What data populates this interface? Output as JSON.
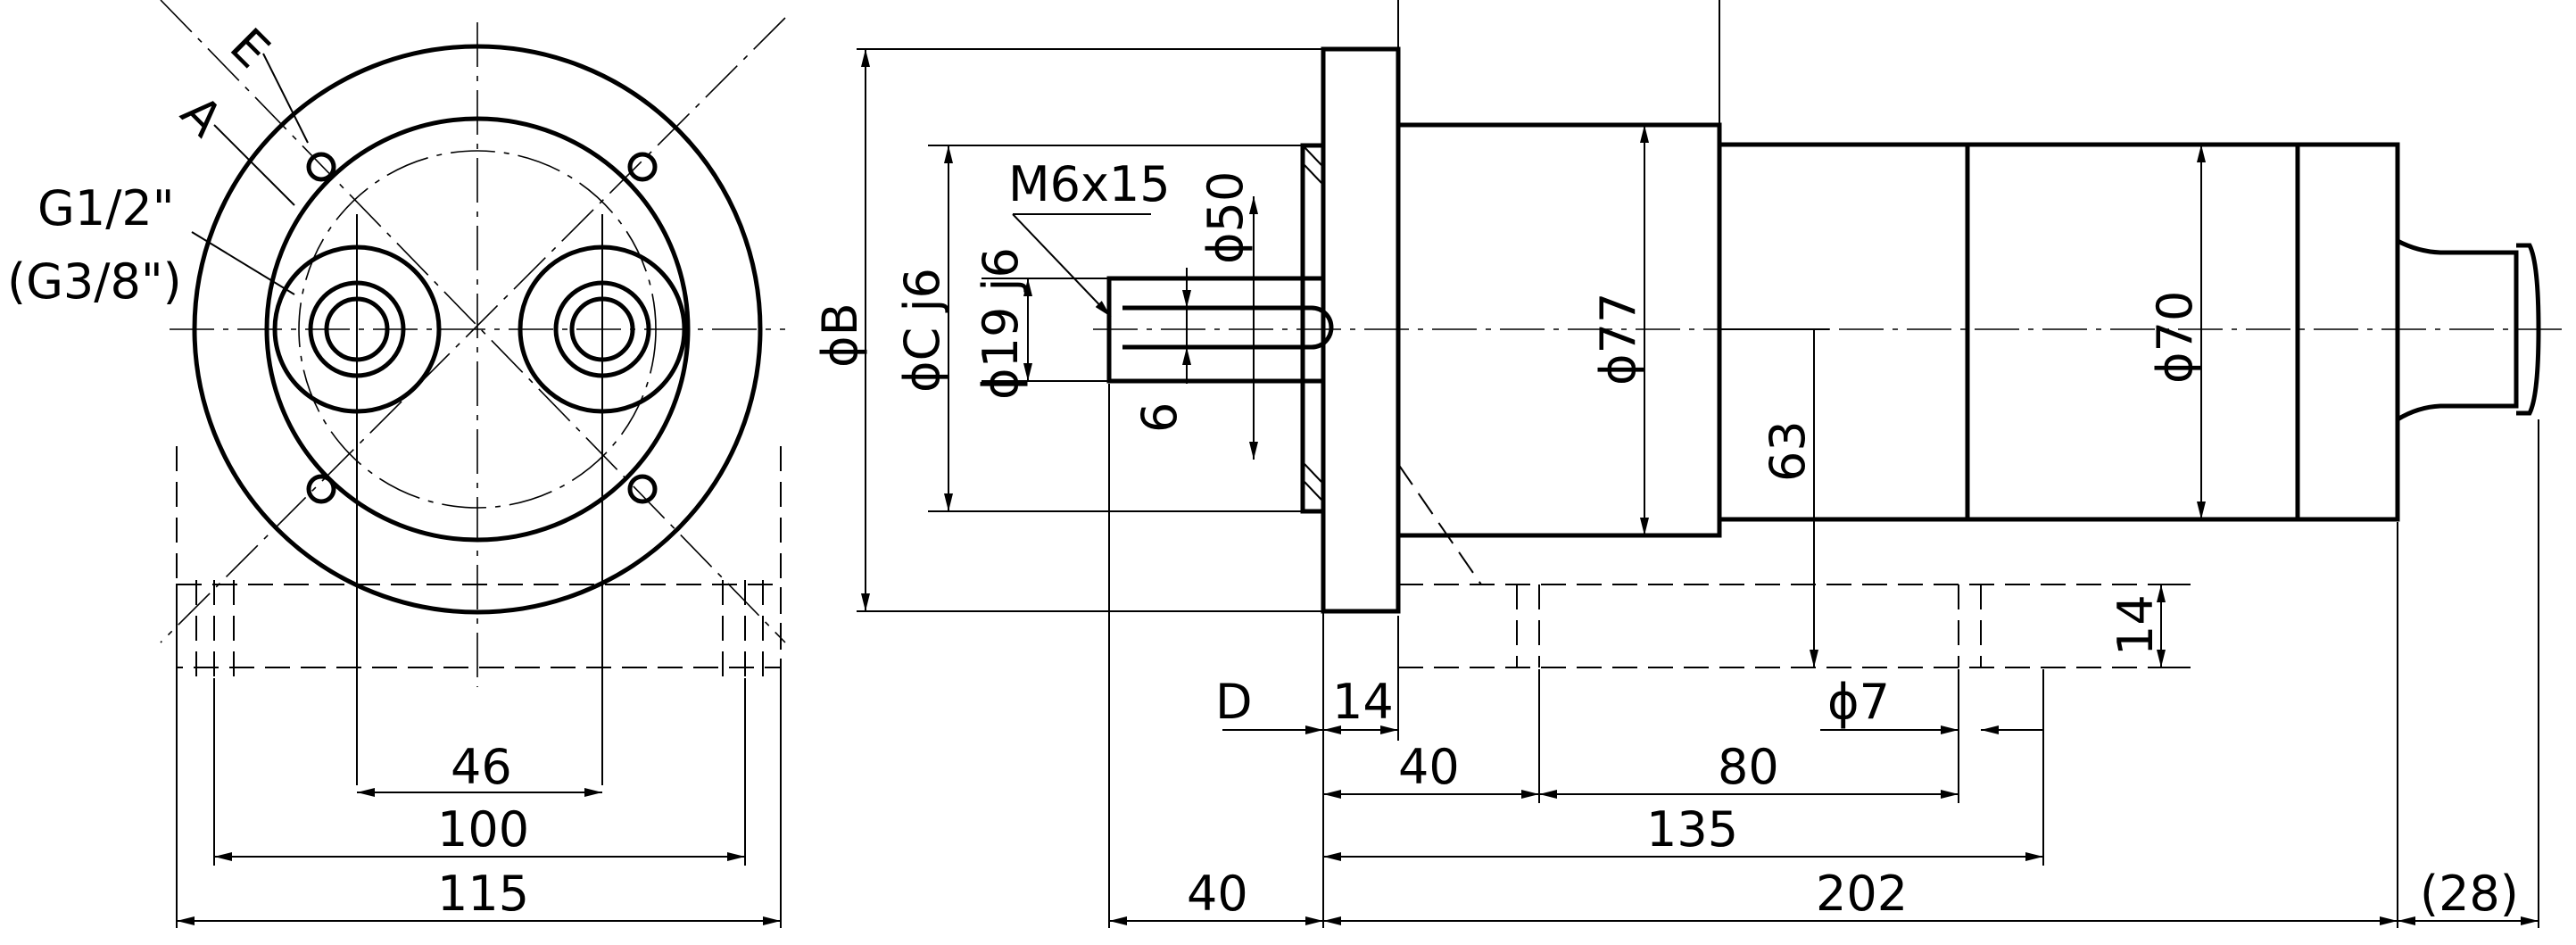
{
  "labels": {
    "port_e": "E",
    "port_a": "A",
    "thread_main": "G1/2\"",
    "thread_alt": "(G3/8\")",
    "dia_b": "ϕB",
    "dia_c": "ϕC j6",
    "dia_shaft": "ϕ19 j6",
    "tap": "M6x15",
    "dia_pilot": "ϕ50",
    "dia_body": "ϕ77",
    "dia_rear": "ϕ70",
    "key_width": "6",
    "height_63": "63",
    "height_14": "14",
    "dim_d": "D",
    "dim_14": "14",
    "dia_hole": "ϕ7",
    "dim_46": "46",
    "dim_100": "100",
    "dim_115": "115",
    "dim_40a": "40",
    "dim_80": "80",
    "dim_135": "135",
    "dim_40b": "40",
    "dim_202": "202",
    "dim_28": "(28)"
  },
  "colors": {
    "ink": "#000000",
    "paper": "#ffffff"
  }
}
